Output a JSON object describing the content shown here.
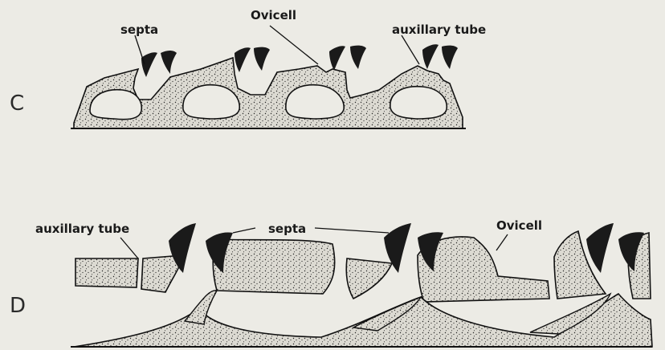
{
  "figure": {
    "panels": [
      {
        "label": "C"
      },
      {
        "label": "D"
      }
    ],
    "annotations": {
      "c_septa": "septa",
      "c_ovicell": "Ovicell",
      "c_auxillary_tube": "auxillary tube",
      "d_auxillary_tube": "auxillary tube",
      "d_septa": "septa",
      "d_ovicell": "Ovicell"
    }
  },
  "colors": {
    "paper": "#ecebe5",
    "ink": "#1a1a1a",
    "stipple": "#d9d7cf",
    "bleed_text": "#b8b6ad"
  }
}
